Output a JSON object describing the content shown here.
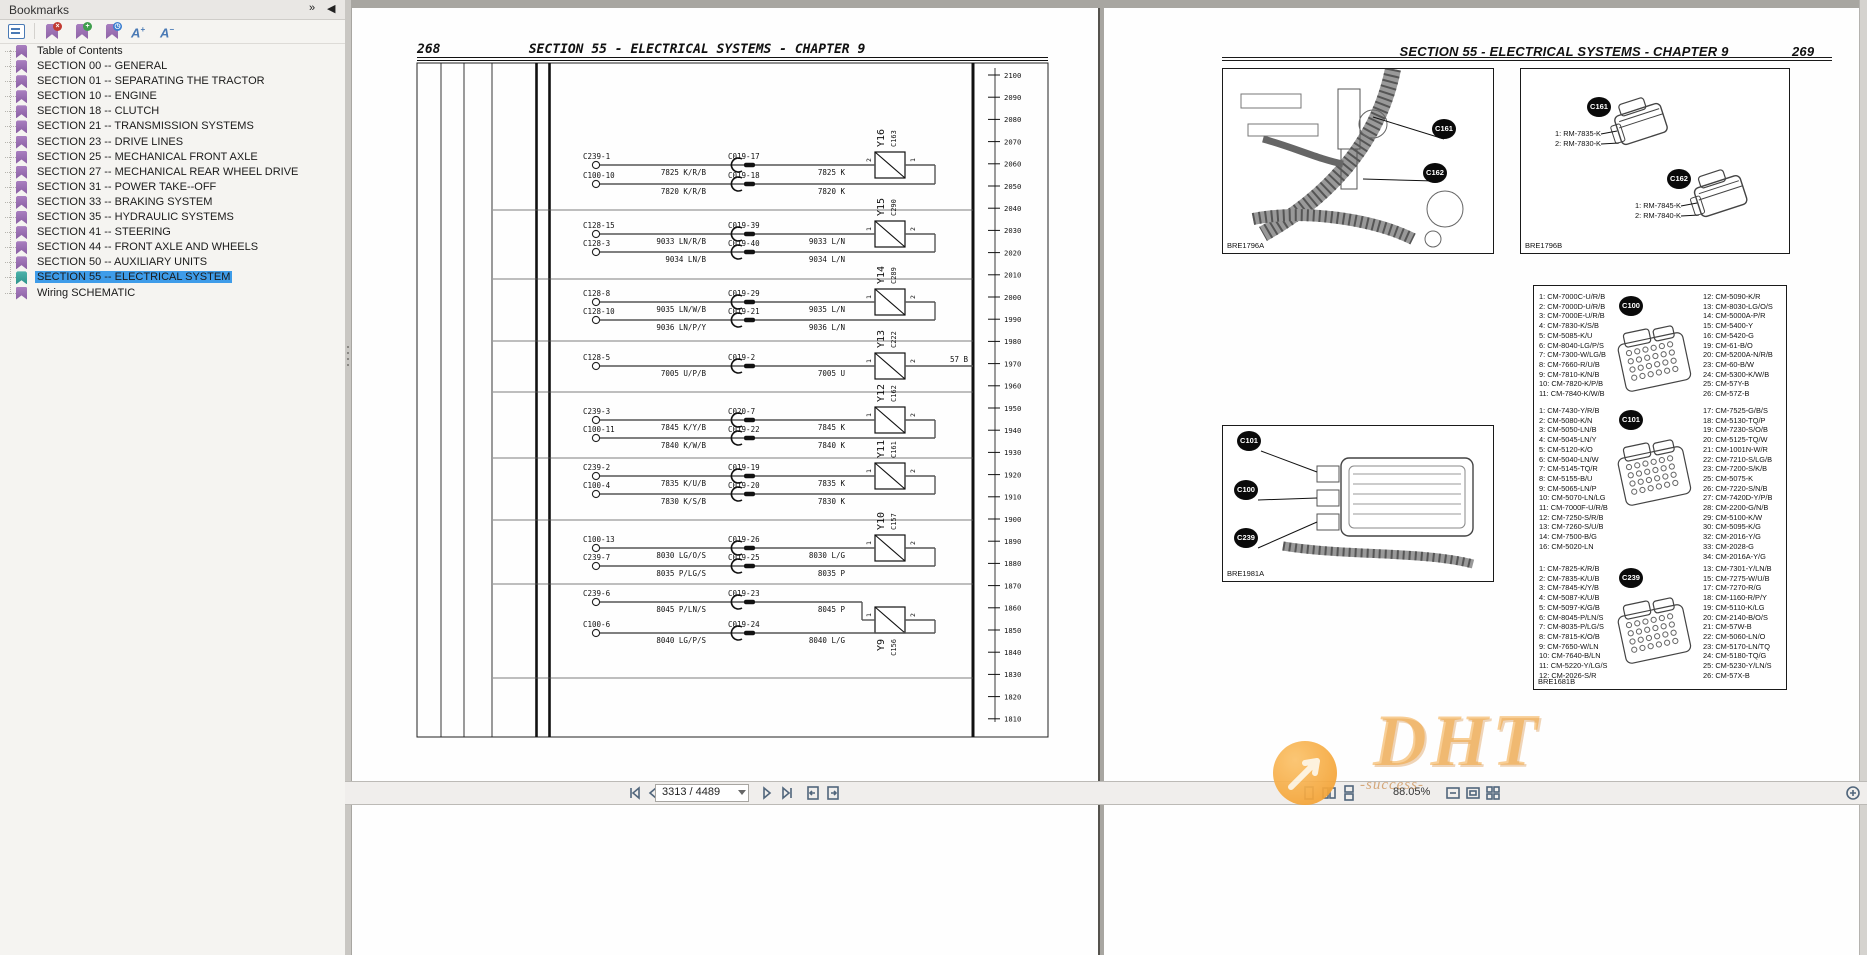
{
  "bookmarks_panel": {
    "title": "Bookmarks",
    "collapse_icon": "»",
    "close_icon": "◀",
    "toolbar": {
      "font_larger": "A",
      "font_larger_sign": "+",
      "font_smaller": "A",
      "font_smaller_sign": "−",
      "icons": [
        "panel-options-icon",
        "delete-bookmark-icon",
        "add-bookmark-icon",
        "recent-bookmark-icon",
        "font-increase-icon",
        "font-decrease-icon"
      ]
    },
    "items": [
      {
        "label": "Table of Contents",
        "selected": false
      },
      {
        "label": "SECTION 00 -- GENERAL",
        "selected": false
      },
      {
        "label": "SECTION 01 -- SEPARATING THE TRACTOR",
        "selected": false
      },
      {
        "label": "SECTION 10 -- ENGINE",
        "selected": false
      },
      {
        "label": "SECTION 18 -- CLUTCH",
        "selected": false
      },
      {
        "label": "SECTION 21 -- TRANSMISSION SYSTEMS",
        "selected": false
      },
      {
        "label": "SECTION 23 -- DRIVE LINES",
        "selected": false
      },
      {
        "label": "SECTION 25 -- MECHANICAL FRONT AXLE",
        "selected": false
      },
      {
        "label": "SECTION 27 -- MECHANICAL REAR WHEEL DRIVE",
        "selected": false
      },
      {
        "label": "SECTION 31 -- POWER TAKE--OFF",
        "selected": false
      },
      {
        "label": "SECTION 33 -- BRAKING SYSTEM",
        "selected": false
      },
      {
        "label": "SECTION 35 -- HYDRAULIC SYSTEMS",
        "selected": false
      },
      {
        "label": "SECTION 41 -- STEERING",
        "selected": false
      },
      {
        "label": "SECTION 44 -- FRONT AXLE AND WHEELS",
        "selected": false
      },
      {
        "label": "SECTION 50 -- AUXILIARY UNITS",
        "selected": false
      },
      {
        "label": "SECTION 55 -- ELECTRICAL SYSTEM",
        "selected": true
      },
      {
        "label": "Wiring SCHEMATIC",
        "selected": false
      }
    ]
  },
  "left_page": {
    "page_number": "268",
    "header": "SECTION 55 - ELECTRICAL SYSTEMS - CHAPTER 9",
    "schematic": {
      "ruler": [
        "2100",
        "2090",
        "2080",
        "2070",
        "2060",
        "2050",
        "2040",
        "2030",
        "2020",
        "2010",
        "2000",
        "1990",
        "1980",
        "1970",
        "1960",
        "1950",
        "1940",
        "1930",
        "1920",
        "1910",
        "1900",
        "1890",
        "1880",
        "1870",
        "1860",
        "1850",
        "1840",
        "1830",
        "1820",
        "1810"
      ],
      "groups": [
        {
          "device": "Y16",
          "connector": "C163",
          "left_pin": "2",
          "right_pin": "1",
          "rows": [
            {
              "terminal": "C239-1",
              "wire_in": "7825 K/R/B",
              "splice": "C019-17",
              "wire_out": "7825 K"
            },
            {
              "terminal": "C100-10",
              "wire_in": "7820 K/R/B",
              "splice": "C019-18",
              "wire_out": "7820 K"
            }
          ]
        },
        {
          "device": "Y15",
          "connector": "C290",
          "left_pin": "1",
          "right_pin": "2",
          "rows": [
            {
              "terminal": "C128-15",
              "wire_in": "9033 LN/R/B",
              "splice": "C019-39",
              "wire_out": "9033 L/N"
            },
            {
              "terminal": "C128-3",
              "wire_in": "9034 LN/B",
              "splice": "C019-40",
              "wire_out": "9034 L/N"
            }
          ]
        },
        {
          "device": "Y14",
          "connector": "C289",
          "left_pin": "1",
          "right_pin": "2",
          "rows": [
            {
              "terminal": "C128-8",
              "wire_in": "9035 LN/W/B",
              "splice": "C019-29",
              "wire_out": "9035 L/N"
            },
            {
              "terminal": "C128-10",
              "wire_in": "9036 LN/P/Y",
              "splice": "C019-21",
              "wire_out": "9036 L/N"
            }
          ]
        },
        {
          "device": "Y13",
          "connector": "C222",
          "left_pin": "1",
          "right_pin": "2",
          "bus_label": "57 B",
          "rows": [
            {
              "terminal": "C128-5",
              "wire_in": "7005 U/P/B",
              "splice": "C019-2",
              "wire_out": "7005 U"
            }
          ]
        },
        {
          "device": "Y12",
          "connector": "C162",
          "left_pin": "1",
          "right_pin": "2",
          "rows": [
            {
              "terminal": "C239-3",
              "wire_in": "7845 K/Y/B",
              "splice": "C020-7",
              "wire_out": "7845 K"
            },
            {
              "terminal": "C100-11",
              "wire_in": "7840 K/W/B",
              "splice": "C019-22",
              "wire_out": "7840 K"
            }
          ]
        },
        {
          "device": "Y11",
          "connector": "C161",
          "left_pin": "1",
          "right_pin": "2",
          "rows": [
            {
              "terminal": "C239-2",
              "wire_in": "7835 K/U/B",
              "splice": "C019-19",
              "wire_out": "7835 K"
            },
            {
              "terminal": "C100-4",
              "wire_in": "7830 K/S/B",
              "splice": "C019-20",
              "wire_out": "7830 K"
            }
          ]
        },
        {
          "device": "Y10",
          "connector": "C157",
          "left_pin": "1",
          "right_pin": "2",
          "rows": [
            {
              "terminal": "C100-13",
              "wire_in": "8030 LG/O/S",
              "splice": "C019-26",
              "wire_out": "8030 L/G"
            },
            {
              "terminal": "C239-7",
              "wire_in": "8035 P/LG/S",
              "splice": "C019-25",
              "wire_out": "8035 P"
            }
          ]
        },
        {
          "device": "Y9",
          "connector": "C156",
          "left_pin": "1",
          "right_pin": "2",
          "label_below": true,
          "rows": [
            {
              "terminal": "C239-6",
              "wire_in": "8045 P/LN/S",
              "splice": "C019-23",
              "wire_out": "8045 P"
            },
            {
              "terminal": "C100-6",
              "wire_in": "8040 LG/P/S",
              "splice": "C019-24",
              "wire_out": "8040 L/G"
            }
          ]
        }
      ]
    }
  },
  "right_page": {
    "header": "SECTION 55 - ELECTRICAL SYSTEMS - CHAPTER 9",
    "page_number": "269",
    "figure_top_left": {
      "caption": "BRE1796A",
      "callouts": [
        "C161",
        "C162"
      ]
    },
    "figure_top_right": {
      "caption": "BRE1796B",
      "connectors": [
        {
          "badge": "C161",
          "pins": [
            "1: RM-7835-K",
            "2: RM-7830-K"
          ]
        },
        {
          "badge": "C162",
          "pins": [
            "1: RM-7845-K",
            "2: RM-7840-K"
          ]
        }
      ]
    },
    "figure_bottom_left": {
      "caption": "BRE1981A",
      "callouts": [
        "C101",
        "C100",
        "C239"
      ]
    },
    "pinout_figure": {
      "caption": "BRE1681B",
      "sections": [
        {
          "badge": "C100",
          "left": [
            "1: CM-7000C-U/R/B",
            "2: CM-7000D-U/R/B",
            "3: CM-7000E-U/R/B",
            "4: CM-7830-K/S/B",
            "5: CM-5085-K/U",
            "6: CM-8040-LG/P/S",
            "7: CM-7300-W/LG/B",
            "8: CM-7660-R/U/B",
            "9: CM-7810-K/N/B",
            "10: CM-7820-K/P/B",
            "11: CM-7840-K/W/B"
          ],
          "right": [
            "12: CM-5090-K/R",
            "13: CM-8030-LG/O/S",
            "14: CM-5000A-P/R",
            "15: CM-5400-Y",
            "16: CM-5420-G",
            "19: CM-61-B/O",
            "20: CM-5200A-N/R/B",
            "23: CM-60-B/W",
            "24: CM-5300-K/W/B",
            "25: CM-57Y-B",
            "26: CM-57Z-B"
          ]
        },
        {
          "badge": "C101",
          "left": [
            "1: CM-7430-Y/R/B",
            "2: CM-5080-K/N",
            "3: CM-5050-LN/B",
            "4: CM-5045-LN/Y",
            "5: CM-5120-K/O",
            "6: CM-5040-LN/W",
            "7: CM-5145-TQ/R",
            "8: CM-5155-B/U",
            "9: CM-5065-LN/P",
            "10: CM-5070-LN/LG",
            "11: CM-7000F-U/R/B",
            "12: CM-7250-S/R/B",
            "13: CM-7260-S/U/B",
            "14: CM-7500-B/G",
            "16: CM-5020-LN"
          ],
          "right": [
            "17: CM-7525-G/B/S",
            "18: CM-5130-TQ/P",
            "19: CM-7230-S/O/B",
            "20: CM-5125-TQ/W",
            "21: CM-1001N-W/R",
            "22: CM-7210-S/LG/B",
            "23: CM-7200-S/K/B",
            "25: CM-5075-K",
            "26: CM-7220-S/N/B",
            "27: CM-7420D-Y/P/B",
            "28: CM-2200-G/N/B",
            "29: CM-5100-K/W",
            "30: CM-5095-K/G",
            "32: CM-2016-Y/G",
            "33: CM-2028-G",
            "34: CM-2016A-Y/G"
          ]
        },
        {
          "badge": "C239",
          "left": [
            "1: CM-7825-K/R/B",
            "2: CM-7835-K/U/B",
            "3: CM-7845-K/Y/B",
            "4: CM-5087-K/U/B",
            "5: CM-5097-K/G/B",
            "6: CM-8045-P/LN/S",
            "7: CM-8035-P/LG/S",
            "8: CM-7815-K/O/B",
            "9: CM-7650-W/LN",
            "10: CM-7640-B/LN",
            "11: CM-5220-Y/LG/S",
            "12: CM-2026-S/R"
          ],
          "right": [
            "13: CM-7301-Y/LN/B",
            "15: CM-7275-W/U/B",
            "17: CM-7270-R/G",
            "18: CM-1160-R/P/Y",
            "19: CM-5110-K/LG",
            "20: CM-2140-B/O/S",
            "21: CM-57W-B",
            "22: CM-5060-LN/O",
            "23: CM-5170-LN/TQ",
            "24: CM-5180-TQ/G",
            "25: CM-5230-Y/LN/S",
            "26: CM-57X-B"
          ]
        }
      ]
    }
  },
  "status_bar": {
    "page_field": "3313 / 4489",
    "zoom_level": "88.05%",
    "icons": [
      "first-page-icon",
      "previous-page-icon",
      "next-page-icon",
      "last-page-icon",
      "previous-view-icon",
      "next-view-icon",
      "single-page-icon",
      "facing-pages-icon",
      "continuous-scroll-icon",
      "fit-width-icon",
      "fit-page-icon",
      "grid-view-icon",
      "zoom-in-icon"
    ]
  },
  "watermark": {
    "brand": "DHT",
    "script_text": "-success-"
  }
}
